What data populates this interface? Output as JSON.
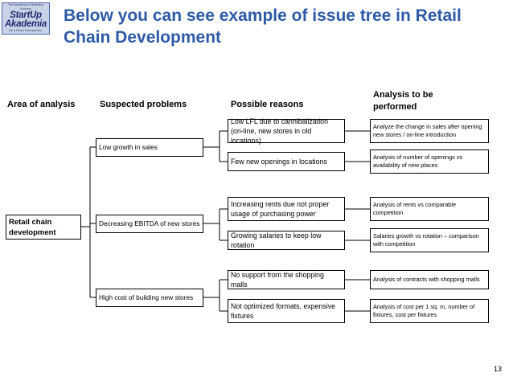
{
  "logo": {
    "top_line": "The Academy for Business Success",
    "brand_line1": "StartUp",
    "brand_line2": "Akademia",
    "bottom_line": "Be a Smart Entrepreneur"
  },
  "title": "Below you can see example of issue tree in Retail Chain Development",
  "headers": {
    "area": "Area of analysis",
    "problems": "Suspected problems",
    "reasons": "Possible reasons",
    "analysis": "Analysis to be performed"
  },
  "root": "Retail chain development",
  "problems": [
    "Low growth in sales",
    "Decreasing EBITDA of new stores",
    "High cost of building new stores"
  ],
  "reasons": [
    "Low LFL due to cannibalization (on-line, new stores in old locations)",
    "Few new openings in locations",
    "Increasing rents due not proper usage of purchasing power",
    "Growing salaries to keep low rotation",
    "No support from the shopping malls",
    "Not optimized formats, expensive fixtures"
  ],
  "analyses": [
    "Analyze the change in sales after opening new stores / on-line introduction",
    "Analysis of number of openings vs availability of new places",
    "Analysis of rents vs comparable competition",
    "Salaries growth vs rotation – comparison with competition",
    "Analysis of contracts with shopping malls",
    "Analysis of cost per 1 sq. m, number of fixtures, cost per fixtures"
  ],
  "page_number": "13"
}
